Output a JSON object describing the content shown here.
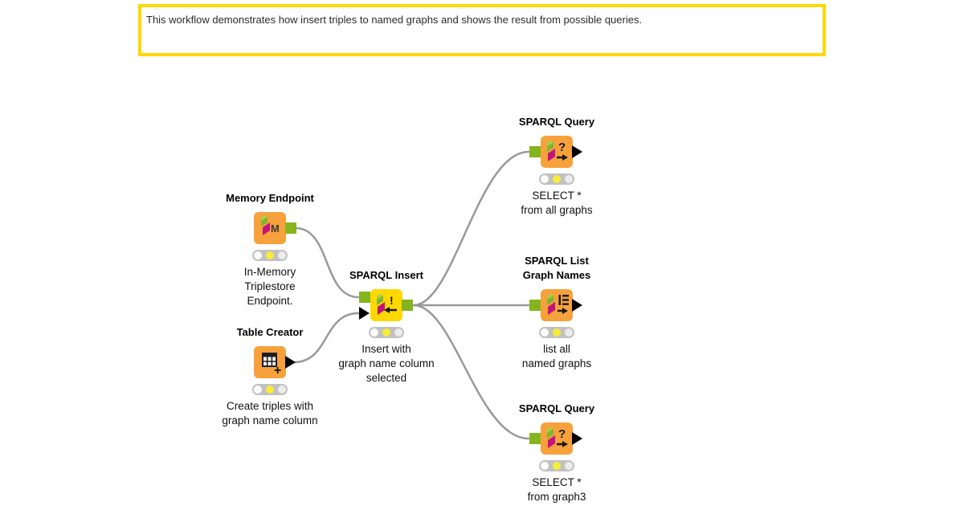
{
  "colors": {
    "annotation_border": "#FFD800",
    "node_orange": "#F7A13C",
    "node_yellow": "#FFD800",
    "port_green": "#84B51E",
    "traffic_yellow": "#F6EC3A",
    "connection_gray": "#999999",
    "icon_green": "#7DB72F",
    "icon_magenta": "#C4137F"
  },
  "annotation": {
    "text": "This workflow demonstrates how insert triples to named graphs and shows the result from possible queries."
  },
  "nodes": [
    {
      "id": "memory-endpoint",
      "state": "configured",
      "title_lines": [
        "Memory Endpoint"
      ],
      "comment_lines": [
        "In-Memory",
        "Triplestore",
        "Endpoint."
      ],
      "icon": "in-memory-triplestore-icon"
    },
    {
      "id": "table-creator",
      "state": "configured",
      "title_lines": [
        "Table Creator"
      ],
      "comment_lines": [
        "Create triples with",
        "graph name column"
      ],
      "icon": "table-creator-icon"
    },
    {
      "id": "sparql-insert",
      "state": "configured",
      "title_lines": [
        "SPARQL Insert"
      ],
      "comment_lines": [
        "Insert with",
        "graph name column",
        "selected"
      ],
      "icon": "sparql-insert-icon"
    },
    {
      "id": "sparql-query-top",
      "state": "configured",
      "title_lines": [
        "SPARQL Query"
      ],
      "comment_lines": [
        "SELECT *",
        "from all graphs"
      ],
      "icon": "sparql-query-icon"
    },
    {
      "id": "sparql-list-graph-names",
      "state": "configured",
      "title_lines": [
        "SPARQL List",
        "Graph Names"
      ],
      "comment_lines": [
        "list all",
        "named graphs"
      ],
      "icon": "sparql-list-icon"
    },
    {
      "id": "sparql-query-bottom",
      "state": "configured",
      "title_lines": [
        "SPARQL Query"
      ],
      "comment_lines": [
        "SELECT *",
        "from graph3"
      ],
      "icon": "sparql-query-icon"
    }
  ]
}
